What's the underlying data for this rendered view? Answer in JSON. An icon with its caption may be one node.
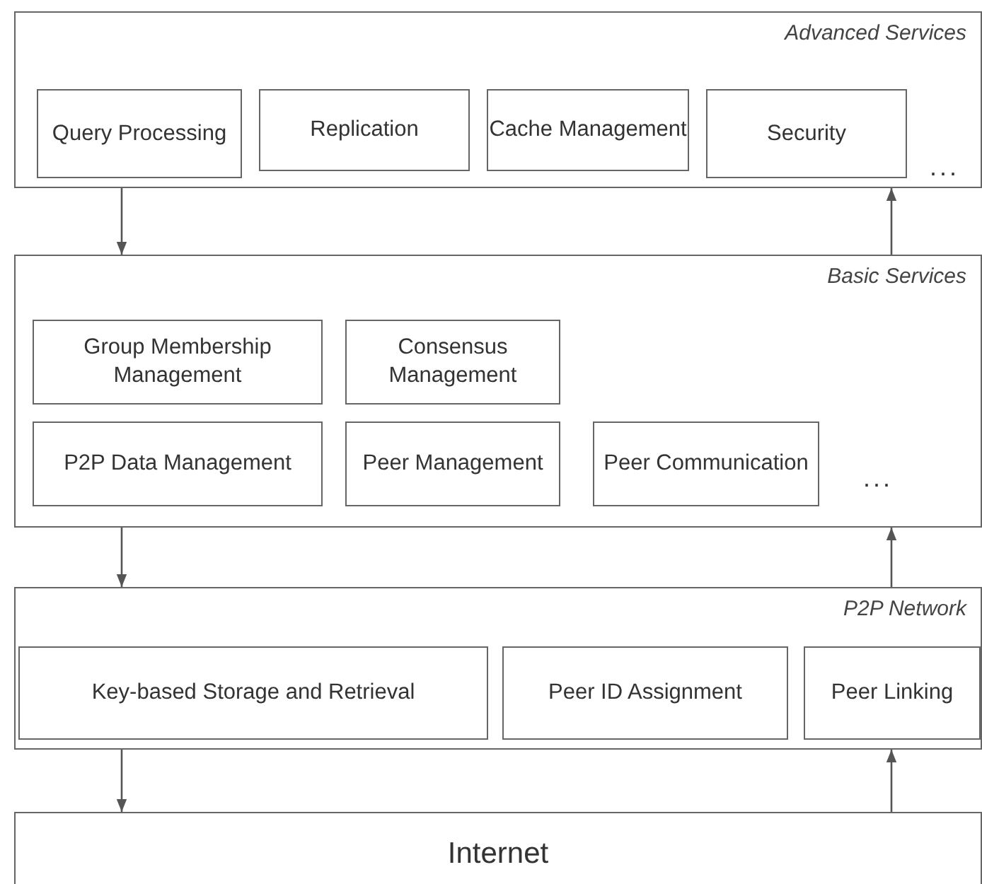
{
  "diagram": {
    "nodes": [
      {
        "text": [
          "Advanced Services"
        ]
      },
      {
        "text": [
          "Query Processing"
        ],
        "in": 0
      },
      {
        "text": [
          "Replication"
        ],
        "in": 0
      },
      {
        "text": [
          "Cache Management"
        ],
        "in": 0
      },
      {
        "text": [
          "Security"
        ],
        "in": 0
      },
      {
        "text": [
          "Basic Services"
        ]
      },
      {
        "text": [
          "Group Membership Management"
        ],
        "in": 5
      },
      {
        "text": [
          "Consensus Management"
        ],
        "in": 5
      },
      {
        "text": [
          "P2P Data Management"
        ],
        "in": 5
      },
      {
        "text": [
          "Peer Management"
        ],
        "in": 5
      },
      {
        "text": [
          "Peer Communication"
        ],
        "in": 5
      },
      {
        "text": [
          "P2P Network"
        ]
      },
      {
        "text": [
          "Key-based Storage and Retrieval"
        ],
        "in": 11
      },
      {
        "text": [
          "Peer ID Assignment"
        ],
        "in": 11
      },
      {
        "text": [
          "Peer Linking"
        ],
        "in": 11
      },
      {
        "text": [
          "Internet"
        ]
      }
    ],
    "edges": [
      {
        "from": 0,
        "to": 5,
        "arrow": "to"
      },
      {
        "from": 5,
        "to": 0,
        "arrow": "to"
      },
      {
        "from": 5,
        "to": 11,
        "arrow": "to"
      },
      {
        "from": 11,
        "to": 5,
        "arrow": "to"
      },
      {
        "from": 11,
        "to": 15,
        "arrow": "to"
      },
      {
        "from": 15,
        "to": 11,
        "arrow": "to"
      }
    ],
    "labels": [
      "...",
      "..."
    ]
  }
}
